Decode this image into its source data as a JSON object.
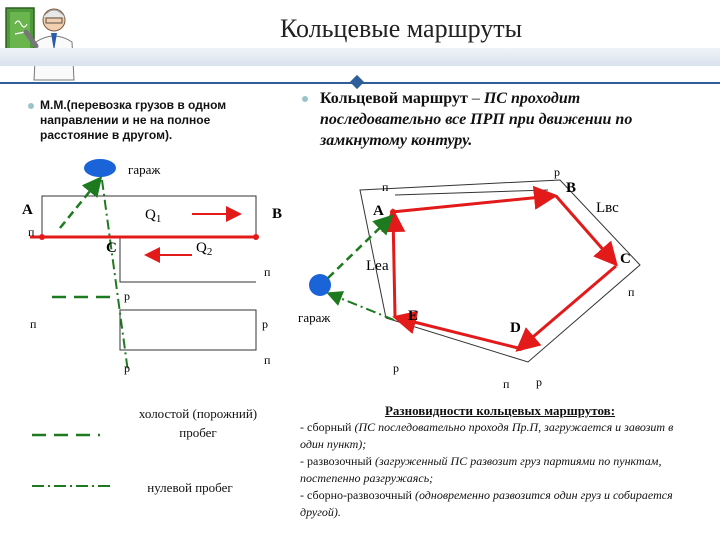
{
  "title": "Кольцевые маршруты",
  "left_definition": "М.М.(перевозка грузов в одном направлении и не на полное расстояние в другом).",
  "right_definition": {
    "term": "Кольцевой маршрут",
    "dash": " – ",
    "description": "ПС проходит последовательно все ПРП при движении по замкнутому контуру."
  },
  "left_diagram": {
    "garage": "гараж",
    "point_a": "А",
    "point_b": "В",
    "point_c": "С",
    "q1": "Q",
    "q1_sub": "1",
    "q2": "Q",
    "q2_sub": "2",
    "p_left_1": "п",
    "p_right_1": "п",
    "r_1": "р",
    "p_left_2": "п",
    "r_2": "р",
    "r_3": "р",
    "p_right_3": "п"
  },
  "legend": {
    "idle": "холостой (порожний) пробег",
    "zero": "нулевой пробег"
  },
  "right_diagram": {
    "garage": "гараж",
    "point_a": "А",
    "point_b": "В",
    "point_c": "С",
    "point_d": "D",
    "point_e": "Е",
    "lbc": "Lвс",
    "lea": "Lеа",
    "p_top": "п",
    "r_top": "р",
    "p_c": "п",
    "r_e": "р",
    "p_d": "п",
    "r_d": "р"
  },
  "types": {
    "heading": "Разновидности кольцевых маршрутов:",
    "t1_name": "- сборный",
    "t1_desc": "(ПС последовательно проходя Пр.П, загружается и завозит в один пункт);",
    "t2_name": "- развозочный",
    "t2_desc": "(загруженный ПС развозит груз партиями по пунктам, постепенно разгружаясь;",
    "t3_name": "- сборно-развозочный",
    "t3_desc": "(одновременно развозится один груз и собирается другой)."
  },
  "colors": {
    "route_red": "#e21a1a",
    "idle_green": "#1e7a1e",
    "garage_blue": "#1b63d8",
    "accent": "#2e5f9a"
  },
  "icons": [
    "teacher-clipart-icon"
  ]
}
